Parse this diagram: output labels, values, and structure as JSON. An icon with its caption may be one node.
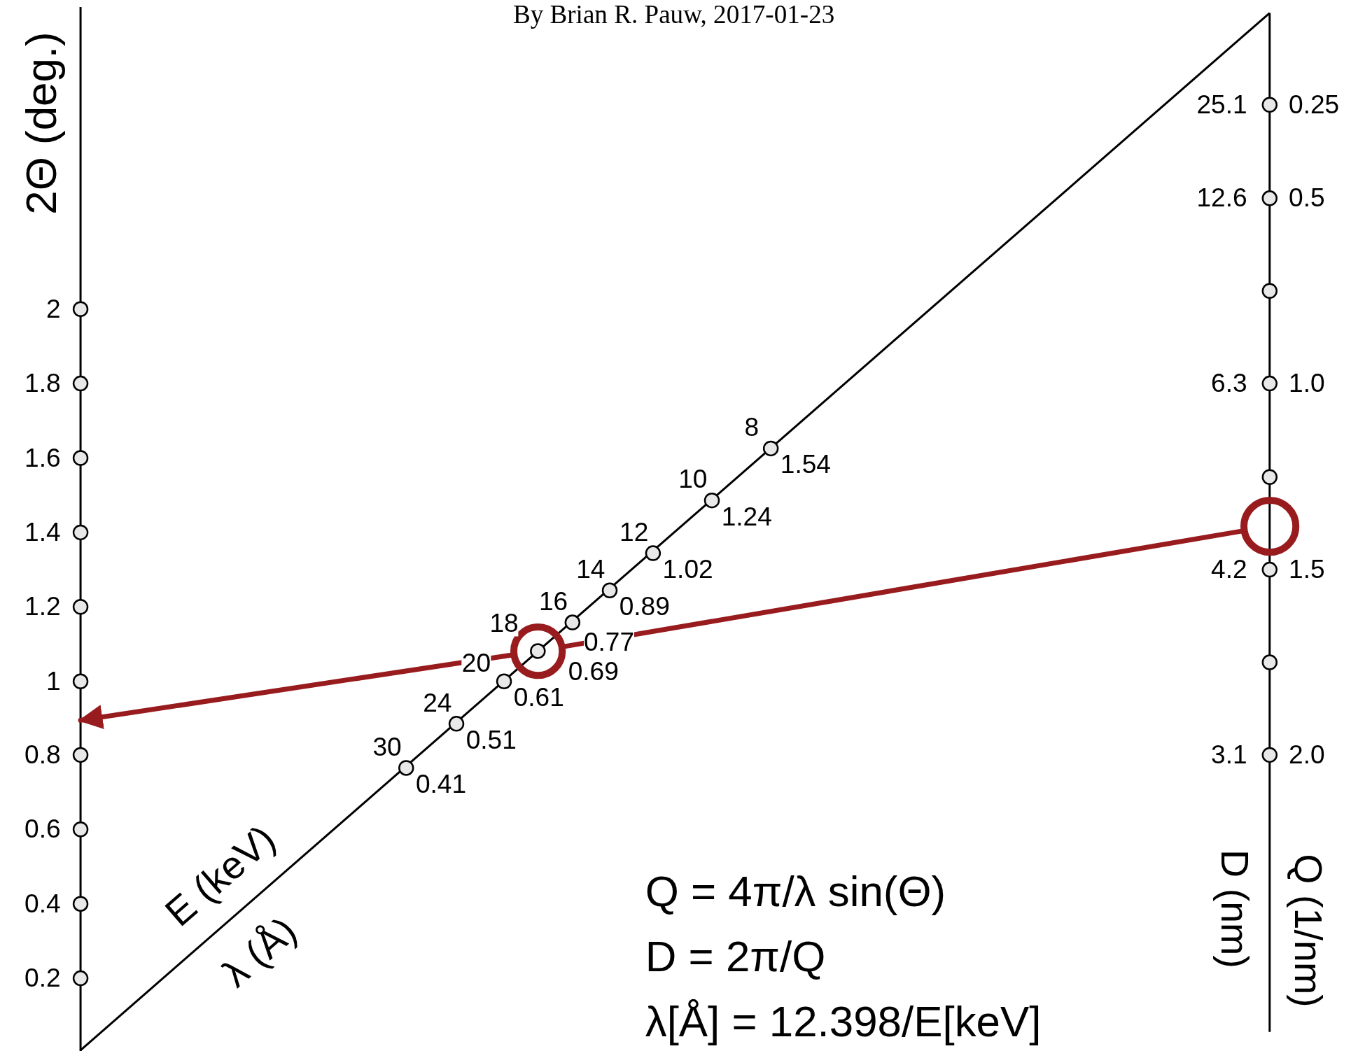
{
  "diagram": {
    "title": "By Brian R. Pauw, 2017-01-23",
    "nodes": [
      {
        "text": [],
        "shape": "circle"
      },
      {
        "text": [],
        "shape": "circle"
      }
    ],
    "edges": [
      {
        "from": 0,
        "to": 1,
        "arrow": "none",
        "color": "#981b1e"
      },
      {
        "from": 1,
        "to": null,
        "arrow": "to",
        "color": "#981b1e"
      }
    ],
    "labels": [
      "2Θ (deg.)",
      "2",
      "1.8",
      "1.6",
      "1.4",
      "1.2",
      "1",
      "0.8",
      "0.6",
      "0.4",
      "0.2",
      "8",
      "1.54",
      "10",
      "1.24",
      "12",
      "1.02",
      "14",
      "0.89",
      "16",
      "0.77",
      "18",
      "0.69",
      "20",
      "0.61",
      "24",
      "0.51",
      "30",
      "0.41",
      "E (keV)",
      "λ (Å)",
      "25.1",
      "0.25",
      "12.6",
      "0.5",
      "6.3",
      "1.0",
      "4.2",
      "1.5",
      "3.1",
      "2.0",
      "D (nm)",
      "Q (1/nm)",
      "Q = 4π/λ sin(Θ)",
      "D = 2π/Q",
      "λ[Å] = 12.398/E[keV]"
    ]
  }
}
